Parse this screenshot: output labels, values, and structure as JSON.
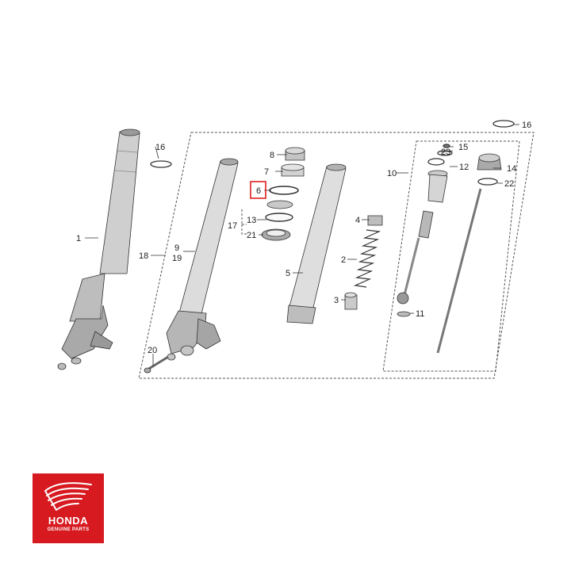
{
  "diagram": {
    "callouts": {
      "p1": "1",
      "p2": "2",
      "p3": "3",
      "p4": "4",
      "p5": "5",
      "p6": "6",
      "p7": "7",
      "p8": "8",
      "p9": "9",
      "p10": "10",
      "p11": "11",
      "p12": "12",
      "p13": "13",
      "p14": "14",
      "p15": "15",
      "p16a": "16",
      "p16b": "16",
      "p17": "17",
      "p18": "18",
      "p19": "19",
      "p20": "20",
      "p21": "21",
      "p22": "22",
      "p23": "23"
    },
    "highlighted_part": "6",
    "highlight_color": "#e02020"
  },
  "logo": {
    "brand": "HONDA",
    "subtitle": "GENUINE PARTS",
    "color": "#d71920"
  }
}
